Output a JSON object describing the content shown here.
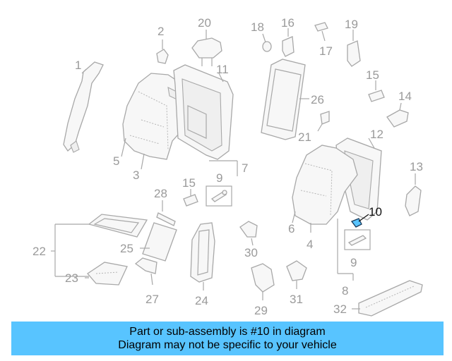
{
  "callouts": {
    "c1": "1",
    "c2": "2",
    "c3": "3",
    "c4": "4",
    "c5": "5",
    "c6": "6",
    "c7": "7",
    "c8": "8",
    "c9a": "9",
    "c9b": "9",
    "c10": "10",
    "c11": "11",
    "c12": "12",
    "c13": "13",
    "c14": "14",
    "c15a": "15",
    "c15b": "15",
    "c16": "16",
    "c17": "17",
    "c18": "18",
    "c19": "19",
    "c20": "20",
    "c21": "21",
    "c22": "22",
    "c23": "23",
    "c24": "24",
    "c25": "25",
    "c26": "26",
    "c27": "27",
    "c28": "28",
    "c29": "29",
    "c30": "30",
    "c31": "31",
    "c32": "32"
  },
  "highlight": {
    "part_number": "10",
    "color": "#58c4ff"
  },
  "banner": {
    "line1": "Part or sub-assembly is #10 in diagram",
    "line2": "Diagram may not be specific to your vehicle",
    "background": "#58c4ff"
  }
}
